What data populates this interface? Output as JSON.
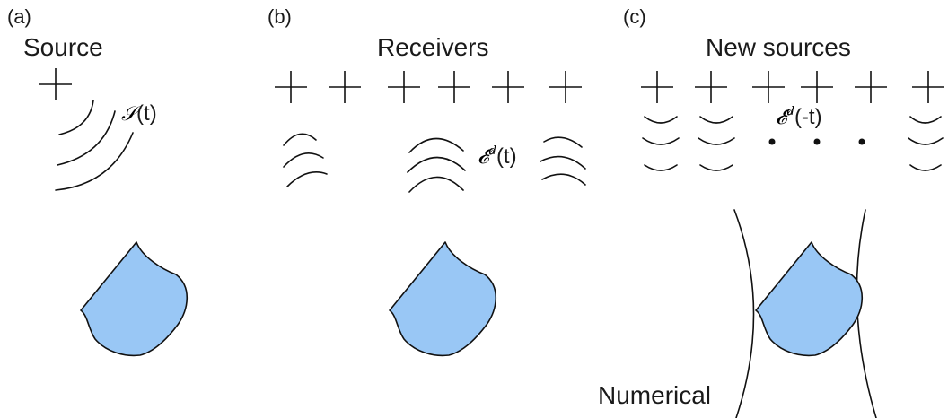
{
  "panels": [
    {
      "id": "a",
      "tag": "(a)",
      "title": "Source",
      "wave_label": {
        "symbol": "𝒮",
        "superscript": "",
        "arg": "(t)"
      }
    },
    {
      "id": "b",
      "tag": "(b)",
      "title": "Receivers",
      "wave_label": {
        "symbol": "𝓔",
        "superscript": "d",
        "arg": "(t)"
      }
    },
    {
      "id": "c",
      "tag": "(c)",
      "title": "New sources",
      "wave_label": {
        "symbol": "𝓔",
        "superscript": "d",
        "arg": "(-t)"
      },
      "extra_label": "Numerical"
    }
  ],
  "colors": {
    "scatterer_fill": "#99c7f5",
    "ink": "#111111"
  }
}
